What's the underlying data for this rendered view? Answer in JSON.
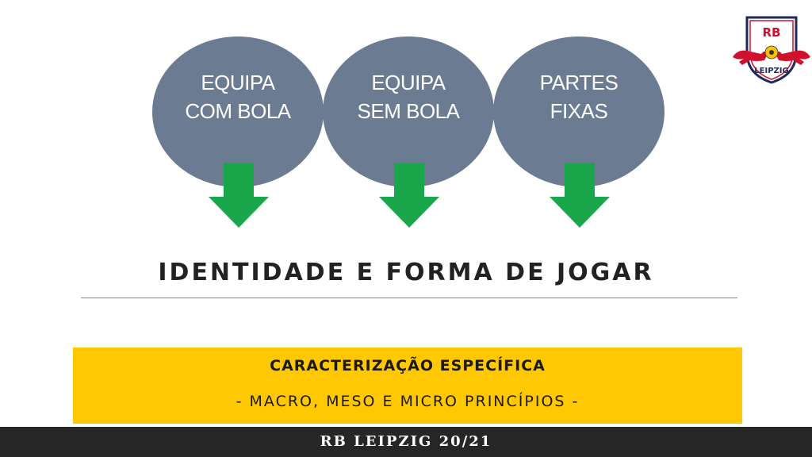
{
  "circles": [
    {
      "line1": "EQUIPA",
      "line2": "COM BOLA"
    },
    {
      "line1": "EQUIPA",
      "line2": "SEM BOLA"
    },
    {
      "line1": "PARTES",
      "line2": "FIXAS"
    }
  ],
  "main_title": "IDENTIDADE E FORMA DE JOGAR",
  "characterization": {
    "title": "CARACTERIZAÇÃO ESPECÍFICA",
    "subtitle": "- MACRO, MESO E MICRO PRINCÍPIOS -"
  },
  "footer": {
    "text": "RB LEIPZIG 20/21"
  },
  "logo": {
    "top_text": "RB",
    "bottom_text": "LEIPZIG"
  },
  "colors": {
    "circle": "#6b7b91",
    "arrow": "#1aa64a",
    "highlight": "#ffc800",
    "footer": "#262626",
    "logo_red": "#d0112b"
  }
}
